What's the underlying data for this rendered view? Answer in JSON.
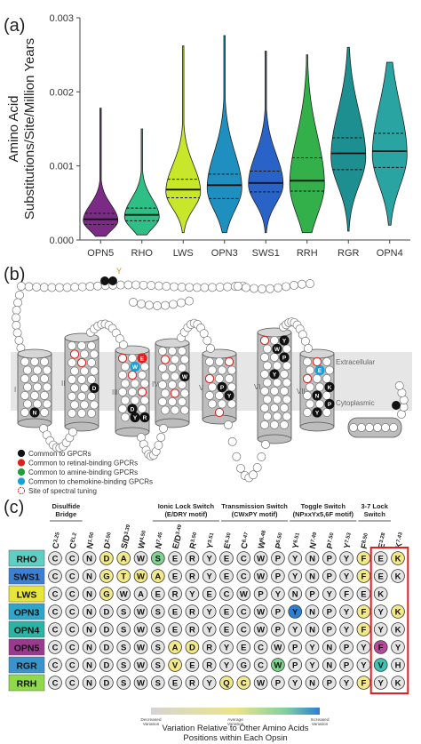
{
  "panel_a": {
    "label": "(a)",
    "chart_data": {
      "type": "violin",
      "ylabel_line1": "Amino Acid",
      "ylabel_line2": "Substitutions/Site/Million Years",
      "ylim": [
        0,
        0.003
      ],
      "yticks": [
        "0.000",
        "0.001",
        "0.002",
        "0.003"
      ],
      "categories": [
        "OPN5",
        "RHO",
        "LWS",
        "OPN3",
        "SWS1",
        "RRH",
        "RGR",
        "OPN4"
      ],
      "series": [
        {
          "color": "#7b2a86",
          "median": 0.00028,
          "q1": 0.00021,
          "q3": 0.00036,
          "min": 5e-05,
          "max": 0.00178,
          "mode": 0.00026
        },
        {
          "color": "#2fbf86",
          "median": 0.00034,
          "q1": 0.00026,
          "q3": 0.00043,
          "min": 7e-05,
          "max": 0.0015,
          "mode": 0.00031
        },
        {
          "color": "#c8e62a",
          "median": 0.00068,
          "q1": 0.00057,
          "q3": 0.00082,
          "min": 0.0001,
          "max": 0.00262,
          "mode": 0.00065
        },
        {
          "color": "#1f8fbf",
          "median": 0.00074,
          "q1": 0.00056,
          "q3": 0.00089,
          "min": 0.0001,
          "max": 0.00276,
          "mode": 0.0007
        },
        {
          "color": "#2a63c8",
          "median": 0.00077,
          "q1": 0.00065,
          "q3": 0.00093,
          "min": 0.0001,
          "max": 0.00255,
          "mode": 0.00075
        },
        {
          "color": "#34b04a",
          "median": 0.0008,
          "q1": 0.00066,
          "q3": 0.00111,
          "min": 0.0001,
          "max": 0.0025,
          "mode": 0.00075
        },
        {
          "color": "#1e8f90",
          "median": 0.00117,
          "q1": 0.00095,
          "q3": 0.00138,
          "min": 0.00012,
          "max": 0.0026,
          "mode": 0.00112
        },
        {
          "color": "#2aa3a3",
          "median": 0.0012,
          "q1": 0.00098,
          "q3": 0.00144,
          "min": 0.0002,
          "max": 0.0024,
          "mode": 0.00115
        }
      ]
    }
  },
  "panel_b": {
    "label": "(b)",
    "extracellular_label": "Extracellular",
    "cytoplasmic_label": "Cytoplasmic",
    "helix_labels": [
      "I",
      "II",
      "III",
      "IV",
      "V",
      "VI",
      "VII"
    ],
    "key_residues": [
      {
        "letter": "N",
        "helix": 0,
        "row": 6,
        "col": 1,
        "type": "gpcr"
      },
      {
        "letter": "D",
        "helix": 1,
        "row": 5,
        "col": 2,
        "type": "gpcr"
      },
      {
        "letter": "W",
        "helix": 2,
        "row": 1,
        "col": 1,
        "type": "chemokine"
      },
      {
        "letter": "E",
        "helix": 2,
        "row": 0,
        "col": 2,
        "type": "retinal"
      },
      {
        "letter": "D",
        "helix": 2,
        "row": 6,
        "col": 1,
        "type": "gpcr"
      },
      {
        "letter": "R",
        "helix": 2,
        "row": 7,
        "col": 2,
        "type": "gpcr"
      },
      {
        "letter": "Y",
        "helix": 2,
        "row": 7,
        "col": 1,
        "type": "gpcr"
      },
      {
        "letter": "W",
        "helix": 3,
        "row": 3,
        "col": 2,
        "type": "gpcr"
      },
      {
        "letter": "P",
        "helix": 4,
        "row": 3,
        "col": 1,
        "type": "gpcr"
      },
      {
        "letter": "Y",
        "helix": 4,
        "row": 4,
        "col": 2,
        "type": "gpcr"
      },
      {
        "letter": "Y",
        "helix": 5,
        "row": 0,
        "col": 2,
        "type": "gpcr"
      },
      {
        "letter": "W",
        "helix": 5,
        "row": 1,
        "col": 1,
        "type": "gpcr"
      },
      {
        "letter": "P",
        "helix": 5,
        "row": 2,
        "col": 2,
        "type": "gpcr"
      },
      {
        "letter": "Y",
        "helix": 5,
        "row": 4,
        "col": 1,
        "type": "gpcr"
      },
      {
        "letter": "E",
        "helix": 6,
        "row": 1,
        "col": 1,
        "type": "chemokine"
      },
      {
        "letter": "K",
        "helix": 6,
        "row": 3,
        "col": 2,
        "type": "gpcr"
      },
      {
        "letter": "N",
        "helix": 6,
        "row": 4,
        "col": 1,
        "type": "gpcr"
      },
      {
        "letter": "P",
        "helix": 6,
        "row": 5,
        "col": 2,
        "type": "gpcr"
      },
      {
        "letter": "Y",
        "helix": 6,
        "row": 6,
        "col": 1,
        "type": "gpcr"
      }
    ],
    "legend": [
      {
        "label": "Common to GPCRs",
        "color": "#111111"
      },
      {
        "label": "Common to retinal-binding GPCRs",
        "color": "#e0201c"
      },
      {
        "label": "Common to amine-binding GPCRs",
        "color": "#1f9e3a"
      },
      {
        "label": "Common to chemokine-binding GPCRs",
        "color": "#1aa0d8"
      },
      {
        "label": "Site of spectral tuning",
        "color": "#e0201c"
      }
    ],
    "colors": {
      "gpcr": "#111111",
      "retinal": "#e0201c",
      "amine": "#1f9e3a",
      "chemokine": "#1aa0d8",
      "membrane": "#e6e6e6",
      "helix": "#bdbdbd"
    }
  },
  "panel_c": {
    "label": "(c)",
    "groups": [
      {
        "label": "Disulfide\nBridge",
        "start": 0,
        "end": 1
      },
      {
        "label": "Ionic Lock Switch\n(E/DRY motif)",
        "start": 6,
        "end": 9
      },
      {
        "label": "Transmission Switch\n(CWxPY motif)",
        "start": 10,
        "end": 13
      },
      {
        "label": "Toggle Switch\n(NPxxYx5,6F motif)",
        "start": 14,
        "end": 17
      },
      {
        "label": "3-7 Lock\nSwitch",
        "start": 18,
        "end": 19
      }
    ],
    "positions": [
      {
        "base": "C",
        "sup": "3.25"
      },
      {
        "base": "C",
        "sup": "EL2"
      },
      {
        "base": "N",
        "sup": "1.50"
      },
      {
        "base": "D",
        "sup": "2.50"
      },
      {
        "base": "S/D",
        "sup": "3.39"
      },
      {
        "base": "W",
        "sup": "4.50"
      },
      {
        "base": "N",
        "sup": "7.45"
      },
      {
        "base": "E/D",
        "sup": "3.49"
      },
      {
        "base": "R",
        "sup": "3.50"
      },
      {
        "base": "Y",
        "sup": "3.51"
      },
      {
        "base": "E",
        "sup": "6.30"
      },
      {
        "base": "C",
        "sup": "6.47"
      },
      {
        "base": "W",
        "sup": "6.48"
      },
      {
        "base": "P",
        "sup": "6.50"
      },
      {
        "base": "Y",
        "sup": "6.51"
      },
      {
        "base": "N",
        "sup": "7.49"
      },
      {
        "base": "P",
        "sup": "7.50"
      },
      {
        "base": "Y",
        "sup": "7.53"
      },
      {
        "base": "F",
        "sup": "8.50"
      },
      {
        "base": "E",
        "sup": "3.28"
      },
      {
        "base": "K",
        "sup": "7.43"
      }
    ],
    "opsins": [
      {
        "name": "RHO",
        "color": "#5fcfc3",
        "residues": "CCNDAWSERYECWPYNPYFEK",
        "shades": "000110200000000000101"
      },
      {
        "name": "SWS1",
        "color": "#3a7fd1",
        "residues": "CCNGTWAERYECWPYNPYFEK",
        "shades": "000111100000000000100"
      },
      {
        "name": "LWS",
        "color": "#e8e53a",
        "residues": "CCNGWAERYECWPYNPYFEK",
        "shades": "00010000000000000000"
      },
      {
        "name": "OPN3",
        "color": "#2fa6c9",
        "residues": "CCNDSWSERYECWPYNPYFYK",
        "shades": "000000000000003000101"
      },
      {
        "name": "OPN4",
        "color": "#2bb4a5",
        "residues": "CCNDSWSERYECWPYNPYFYK",
        "shades": "000000000000000000100"
      },
      {
        "name": "OPN5",
        "color": "#9a3a8f",
        "residues": "CCNDSWSADRYECWPYNPYFYK",
        "shades": "0000000110000000000400"
      },
      {
        "name": "RGR",
        "color": "#3a93c9",
        "residues": "CCNDSWSVERYGCWPYNPYVHK",
        "shades": "0000000100000200000500"
      },
      {
        "name": "RRH",
        "color": "#8fd94a",
        "residues": "CCNDSWSERYQCWPYNPYFYK",
        "shades": "000000000011000000100"
      }
    ],
    "shade_colors": [
      "#e4e4e4",
      "#f2e98a",
      "#7fd48f",
      "#2b7fd6",
      "#b8489a",
      "#3fc2b0"
    ],
    "colorbar_labels": [
      "Decreased Variation",
      "Average Variation",
      "Increased Variation"
    ],
    "caption_line1": "Variation Relative to Other Amino Acids",
    "caption_line2": "Positions within Each Opsin"
  }
}
